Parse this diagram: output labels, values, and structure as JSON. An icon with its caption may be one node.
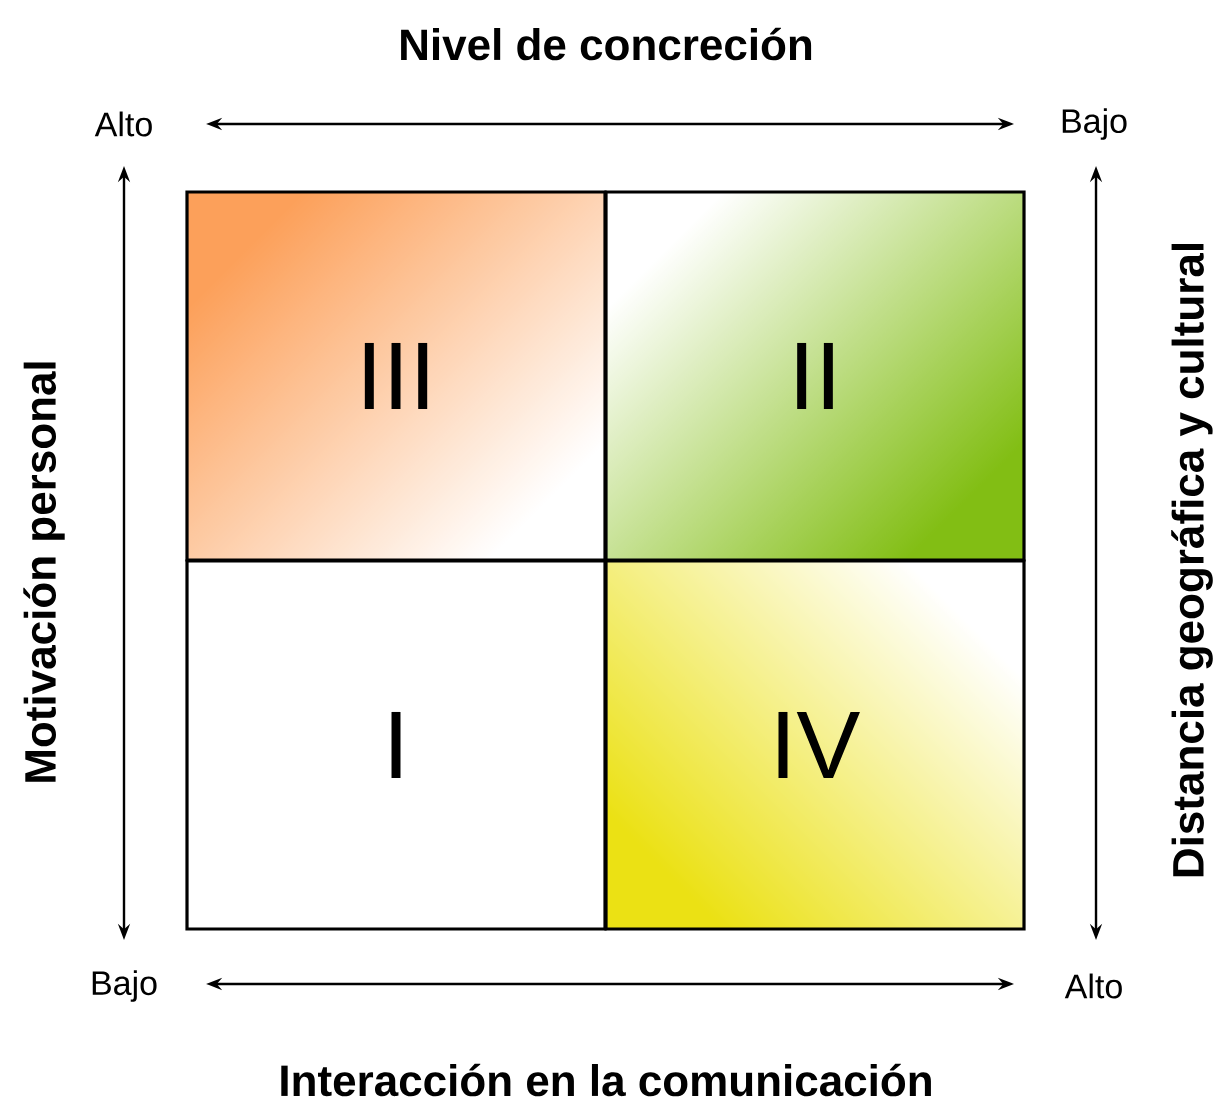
{
  "diagram": {
    "title": "Nivel de concreción",
    "nodes": [
      {
        "text": [
          "III"
        ]
      },
      {
        "text": [
          "II"
        ]
      },
      {
        "text": [
          "I"
        ]
      },
      {
        "text": [
          "IV"
        ]
      }
    ],
    "labels": [
      "Alto",
      "Bajo",
      "Motivación personal",
      "Distancia geográfica y cultural",
      "Bajo",
      "Alto",
      "Interacción en la comunicación"
    ]
  }
}
